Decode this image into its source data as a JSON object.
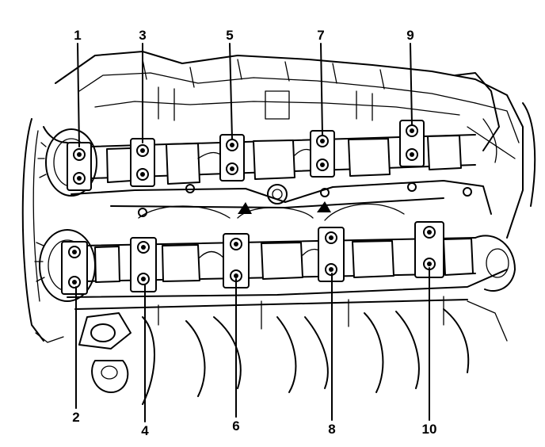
{
  "figure": {
    "description_alt": "",
    "callouts": [
      {
        "id": "1",
        "text": "1"
      },
      {
        "id": "3",
        "text": "3"
      },
      {
        "id": "5",
        "text": "5"
      },
      {
        "id": "7",
        "text": "7"
      },
      {
        "id": "9",
        "text": "9"
      },
      {
        "id": "2",
        "text": "2"
      },
      {
        "id": "4",
        "text": "4"
      },
      {
        "id": "6",
        "text": "6"
      },
      {
        "id": "8",
        "text": "8"
      },
      {
        "id": "10",
        "text": "10"
      }
    ]
  }
}
